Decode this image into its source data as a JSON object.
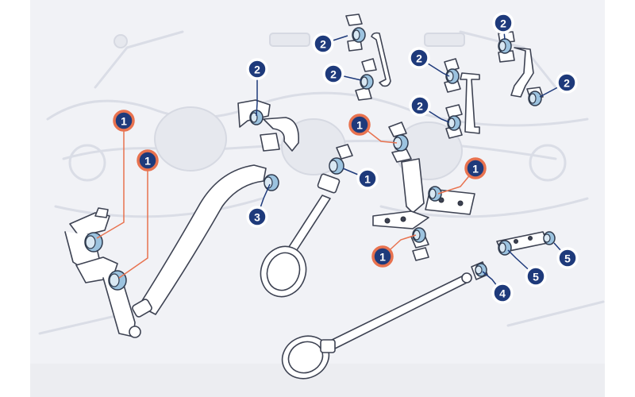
{
  "colors": {
    "navy": "#1e3a7b",
    "callout_ring_orange": "#e8724f",
    "callout_ring_white": "#ffffff",
    "bushing_blue": "#9cc3df",
    "line_dark": "#3d4252"
  },
  "callouts": [
    {
      "id": "c1",
      "label": "1",
      "ring": "orange"
    },
    {
      "id": "c2",
      "label": "1",
      "ring": "orange"
    },
    {
      "id": "c3",
      "label": "2",
      "ring": "white"
    },
    {
      "id": "c4",
      "label": "3",
      "ring": "white"
    },
    {
      "id": "c5",
      "label": "2",
      "ring": "white"
    },
    {
      "id": "c6",
      "label": "2",
      "ring": "white"
    },
    {
      "id": "c7",
      "label": "1",
      "ring": "orange"
    },
    {
      "id": "c8",
      "label": "1",
      "ring": "white"
    },
    {
      "id": "c9",
      "label": "2",
      "ring": "white"
    },
    {
      "id": "c10",
      "label": "2",
      "ring": "white"
    },
    {
      "id": "c11",
      "label": "1",
      "ring": "orange"
    },
    {
      "id": "c12",
      "label": "1",
      "ring": "orange"
    },
    {
      "id": "c13",
      "label": "2",
      "ring": "white"
    },
    {
      "id": "c14",
      "label": "2",
      "ring": "white"
    },
    {
      "id": "c15",
      "label": "4",
      "ring": "white"
    },
    {
      "id": "c16",
      "label": "5",
      "ring": "white"
    },
    {
      "id": "c17",
      "label": "5",
      "ring": "white"
    }
  ]
}
